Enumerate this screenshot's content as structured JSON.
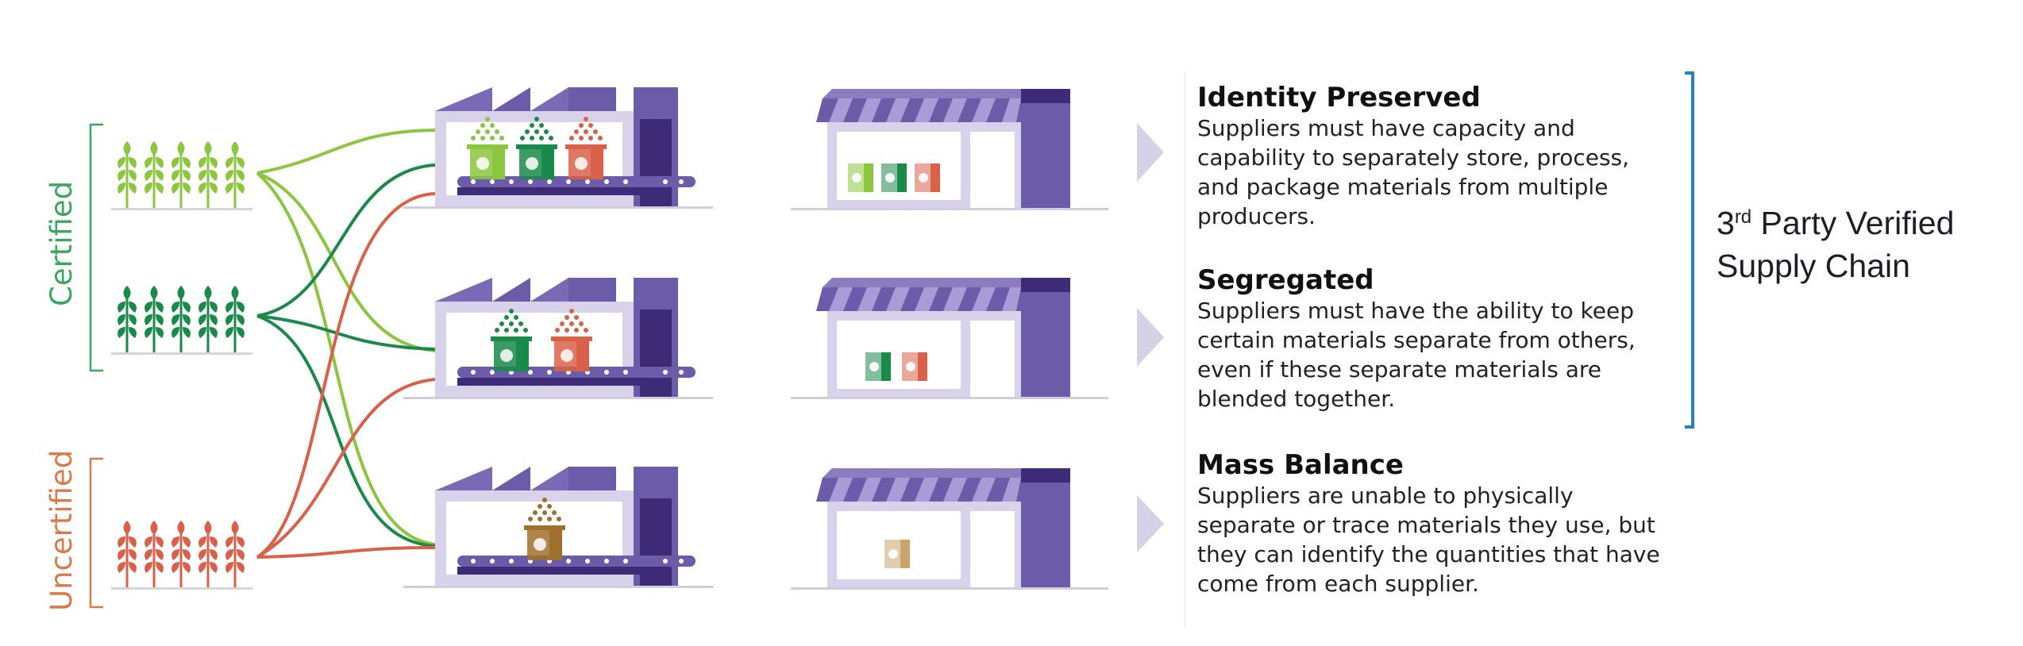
{
  "labels": {
    "certified": "Certified",
    "uncertified": "Uncertified"
  },
  "tiers": [
    {
      "title": "Identity Preserved",
      "description": [
        "Suppliers must have capacity and",
        "capability to separately store, process,",
        "and package materials from multiple",
        "producers."
      ]
    },
    {
      "title": "Segregated",
      "description": [
        "Suppliers must have the ability to keep",
        "certain materials separate from others,",
        "even if these separate materials are",
        "blended together."
      ]
    },
    {
      "title": "Mass Balance",
      "description": [
        "Suppliers are unable to physically",
        "separate or trace materials they use, but",
        "they can identify the quantities that have",
        "come from each supplier."
      ]
    }
  ],
  "verification": {
    "prefix": "3",
    "superscript": "rd",
    "line1_rest": " Party Verified",
    "line2": "Supply Chain"
  },
  "colors": {
    "light_green": "#8cc63f",
    "dark_green": "#1a8a4a",
    "red": "#d9614a",
    "tan": "#c9a46a",
    "purple": "#6b5ba8",
    "purple_dark": "#3d2b78",
    "lavender": "#d8d3ea",
    "bracket_blue": "#2b7fc3",
    "certified_green": "#3aa85c",
    "uncertified_orange": "#d97a4a"
  }
}
